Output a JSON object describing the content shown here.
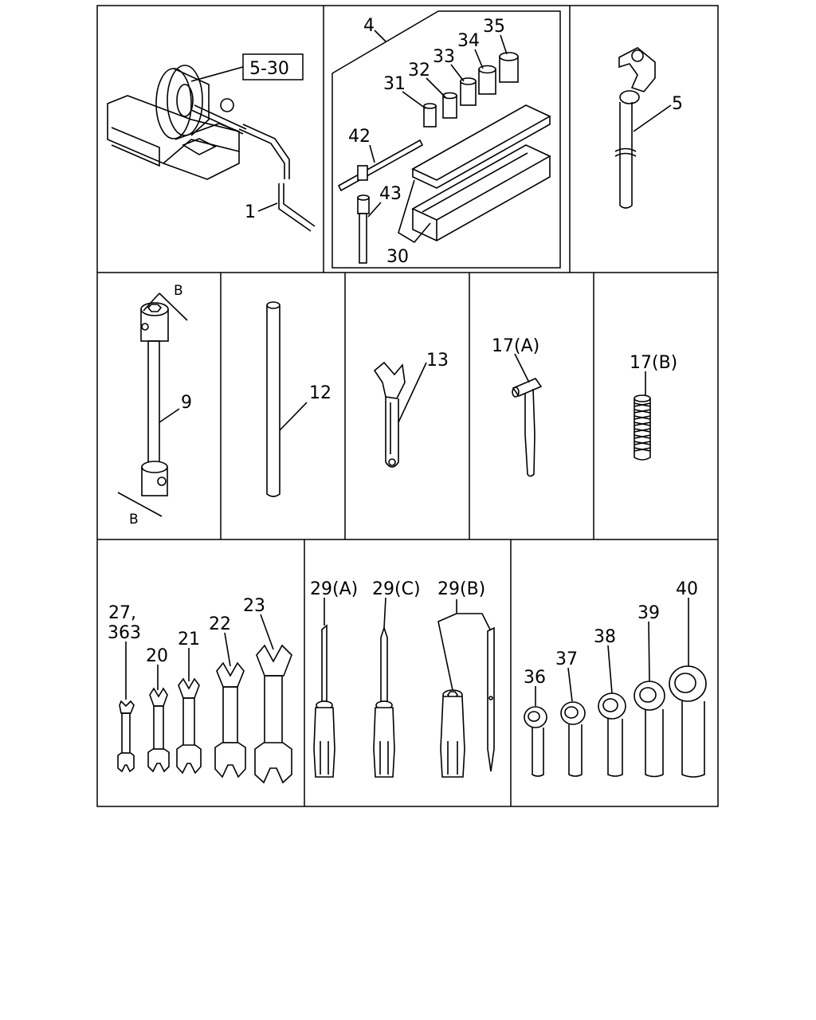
{
  "panels": {
    "winch": {
      "labels": {
        "ref_box": "5-30",
        "handle": "1"
      }
    },
    "socket_set": {
      "labels": {
        "set": "4",
        "s31": "31",
        "s32": "32",
        "s33": "33",
        "s34": "34",
        "s35": "35",
        "handle": "42",
        "extension": "43",
        "case": "30"
      }
    },
    "spanner": {
      "labels": {
        "part": "5"
      }
    },
    "box_wrench": {
      "labels": {
        "part": "9",
        "dim_top": "B",
        "dim_bottom": "B"
      }
    },
    "bar": {
      "labels": {
        "part": "12"
      }
    },
    "adjustable": {
      "labels": {
        "part": "13"
      }
    },
    "hammer": {
      "labels": {
        "part": "17(A)"
      }
    },
    "grip": {
      "labels": {
        "part": "17(B)"
      }
    },
    "open_wrenches": {
      "labels": {
        "w27a": "27,",
        "w27b": "363",
        "w20": "20",
        "w21": "21",
        "w22": "22",
        "w23": "23"
      }
    },
    "screwdrivers": {
      "labels": {
        "a": "29(A)",
        "c": "29(C)",
        "b": "29(B)"
      }
    },
    "ring_wrenches": {
      "labels": {
        "r36": "36",
        "r37": "37",
        "r38": "38",
        "r39": "39",
        "r40": "40"
      }
    }
  }
}
